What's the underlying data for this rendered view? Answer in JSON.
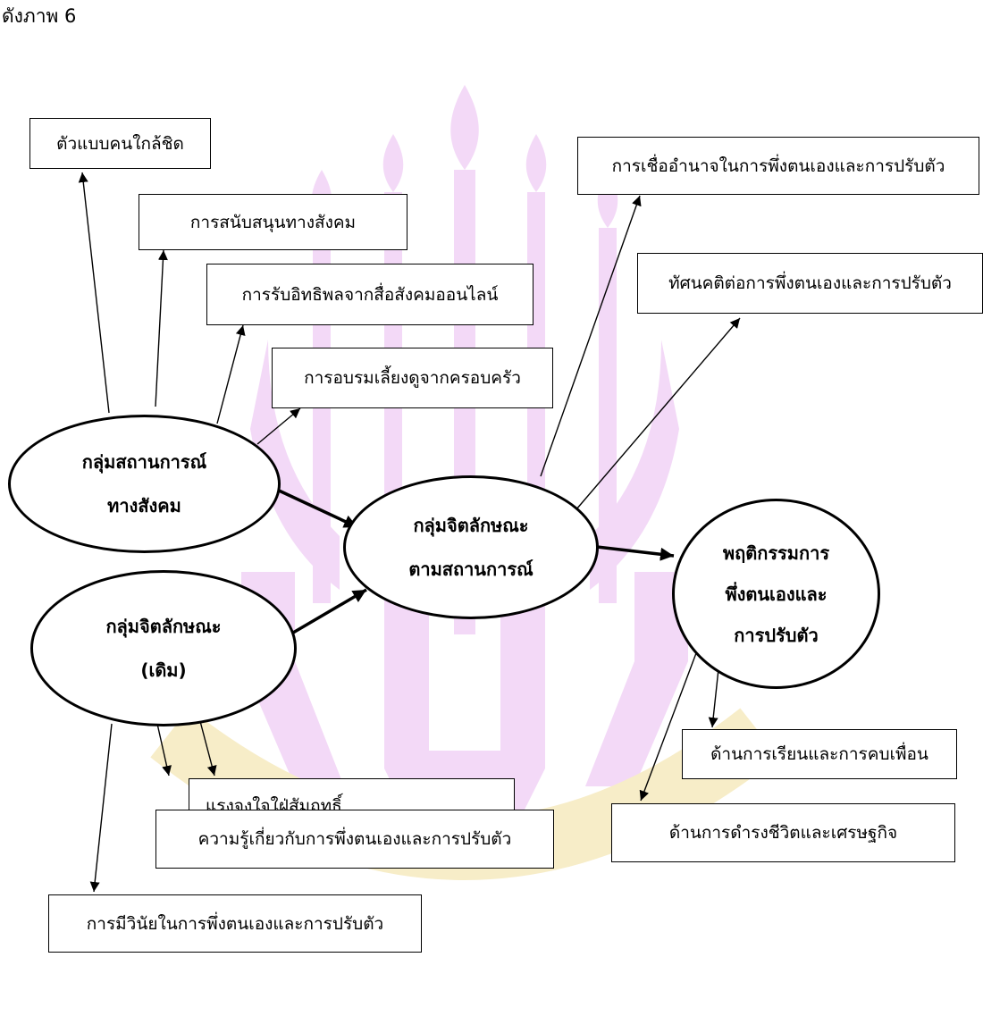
{
  "caption": "ดังภาพ 6",
  "nodes": {
    "social_situation": {
      "lines": [
        "กลุ่มสถานการณ์",
        "ทางสังคม"
      ]
    },
    "original_psych": {
      "lines": [
        "กลุ่มจิตลักษณะ",
        "(เดิม)"
      ]
    },
    "situational_psych": {
      "lines": [
        "กลุ่มจิตลักษณะ",
        "ตามสถานการณ์"
      ]
    },
    "behavior": {
      "lines": [
        "พฤติกรรมการ",
        "พึ่งตนเองและ",
        "การปรับตัว"
      ]
    }
  },
  "boxes": {
    "role_model": "ตัวแบบคนใกล้ชิด",
    "social_support": "การสนับสนุนทางสังคม",
    "online_media": "การรับอิทธิพลจากสื่อสังคมออนไลน์",
    "family_upbringing": "การอบรมเลี้ยงดูจากครอบครัว",
    "belief_power": "การเชื่ออำนาจในการพึ่งตนเองและการปรับตัว",
    "attitude": "ทัศนคติต่อการพึ่งตนเองและการปรับตัว",
    "achievement": "แรงจูงใจใฝ่สัมฤทธิ์",
    "knowledge": "ความรู้เกี่ยวกับการพึ่งตนเองและการปรับตัว",
    "discipline": "การมีวินัยในการพึ่งตนเองและการปรับตัว",
    "study_friends": "ด้านการเรียนและการคบเพื่อน",
    "living_economy": "ด้านการดำรงชีวิตและเศรษฐกิจ"
  }
}
